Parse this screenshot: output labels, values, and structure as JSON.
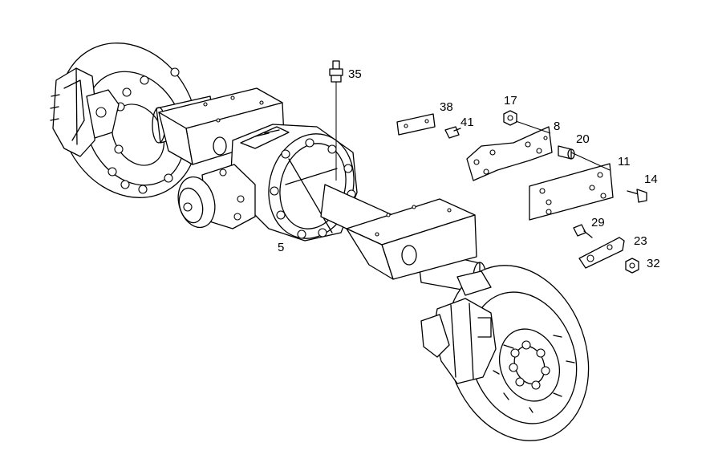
{
  "diagram": {
    "callouts": [
      {
        "id": "35",
        "text": "35"
      },
      {
        "id": "38",
        "text": "38"
      },
      {
        "id": "41",
        "text": "41"
      },
      {
        "id": "17",
        "text": "17"
      },
      {
        "id": "8",
        "text": "8"
      },
      {
        "id": "20",
        "text": "20"
      },
      {
        "id": "11",
        "text": "11"
      },
      {
        "id": "14",
        "text": "14"
      },
      {
        "id": "29",
        "text": "29"
      },
      {
        "id": "23",
        "text": "23"
      },
      {
        "id": "32",
        "text": "32"
      },
      {
        "id": "5",
        "text": "5"
      }
    ]
  }
}
